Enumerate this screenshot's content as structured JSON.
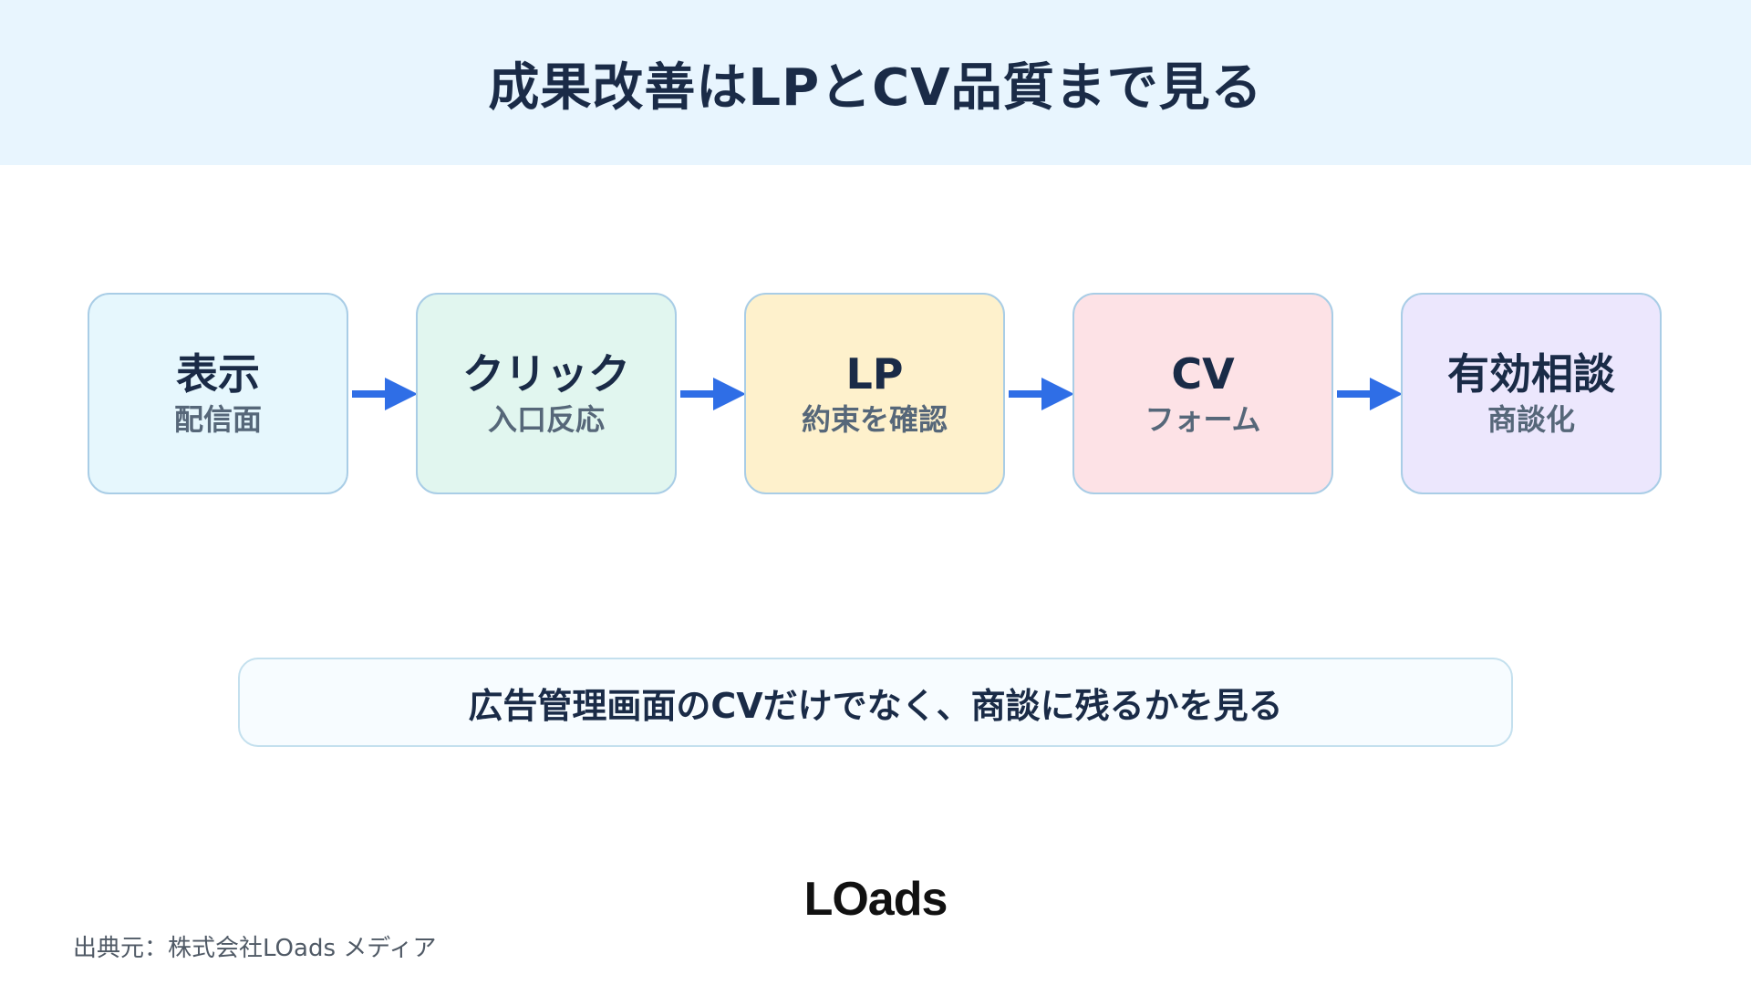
{
  "header": {
    "title": "成果改善はLPとCV品質まで見る"
  },
  "flow": {
    "steps": [
      {
        "label": "表示",
        "sub": "配信面",
        "bg": "#e6f7fd"
      },
      {
        "label": "クリック",
        "sub": "入口反応",
        "bg": "#e1f6ef"
      },
      {
        "label": "LP",
        "sub": "約束を確認",
        "bg": "#fef1cc"
      },
      {
        "label": "CV",
        "sub": "フォーム",
        "bg": "#fde2e6"
      },
      {
        "label": "有効相談",
        "sub": "商談化",
        "bg": "#ece7fd"
      }
    ],
    "arrow_color": "#2f6ee6"
  },
  "note": {
    "text": "広告管理画面のCVだけでなく、商談に残るかを見る"
  },
  "logo": {
    "text": "LOads"
  },
  "source": {
    "text": "出典元：株式会社LOads メディア"
  }
}
